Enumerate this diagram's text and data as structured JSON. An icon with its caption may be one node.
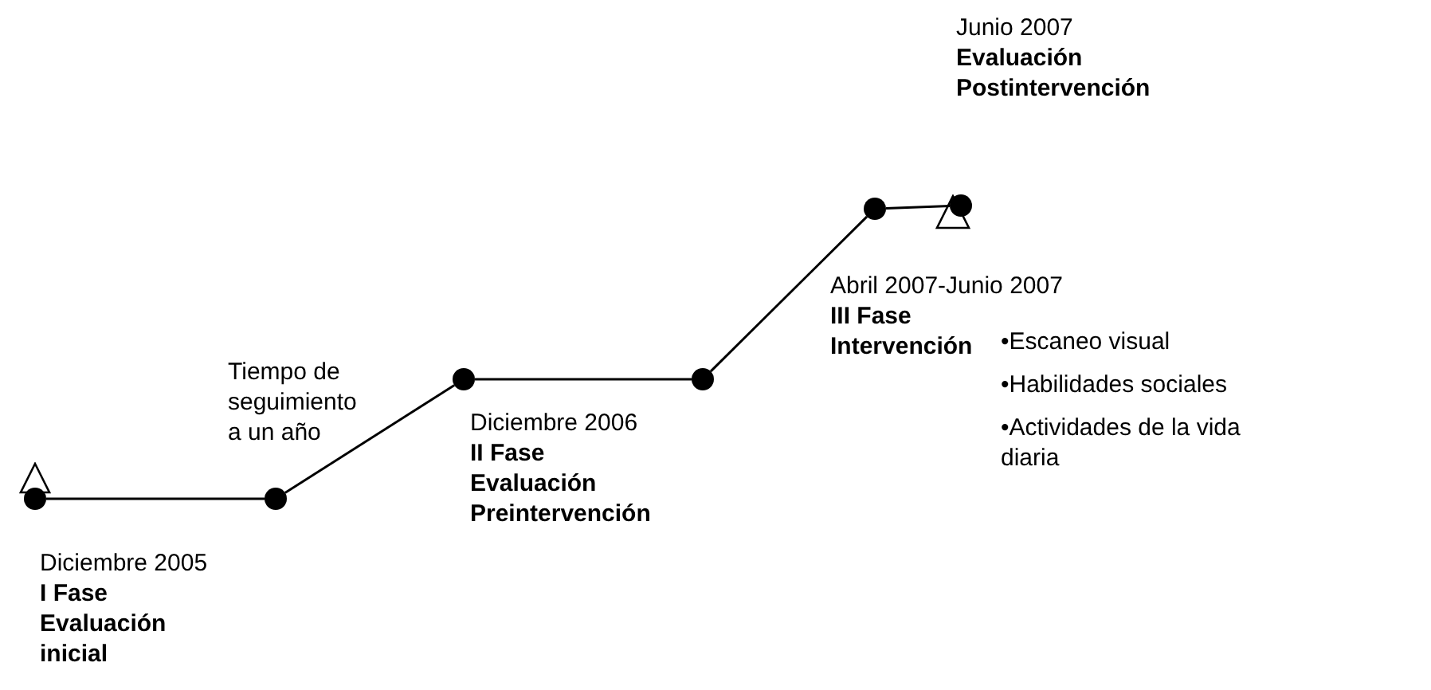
{
  "diagram": {
    "nodes": [
      {
        "text": [],
        "shape": "triangle"
      },
      {
        "text": [],
        "shape": "circle",
        "beside": [
          "Diciembre 2005",
          "I Fase Evaluación inicial"
        ]
      },
      {
        "text": [],
        "shape": "circle"
      },
      {
        "text": [],
        "shape": "circle",
        "beside": [
          "Diciembre 2006",
          "II Fase Evaluación Preintervención"
        ]
      },
      {
        "text": [],
        "shape": "circle"
      },
      {
        "text": [],
        "shape": "circle",
        "beside": [
          "Abril 2007-Junio 2007",
          "III Fase Intervención"
        ]
      },
      {
        "text": [],
        "shape": "circle",
        "beside": [
          "Junio 2007",
          "Evaluación Postintervención"
        ]
      },
      {
        "text": [],
        "shape": "triangle"
      }
    ],
    "edges": [
      {
        "from": 1,
        "to": 2,
        "arrow": "none"
      },
      {
        "from": 2,
        "to": 3,
        "arrow": "none",
        "label": "Tiempo de seguimiento a un año"
      },
      {
        "from": 3,
        "to": 4,
        "arrow": "none"
      },
      {
        "from": 4,
        "to": 5,
        "arrow": "none"
      },
      {
        "from": 5,
        "to": 6,
        "arrow": "none"
      }
    ],
    "labels": [
      "•Escaneo visual",
      "•Habilidades sociales",
      "•Actividades de la vida diaria"
    ]
  }
}
